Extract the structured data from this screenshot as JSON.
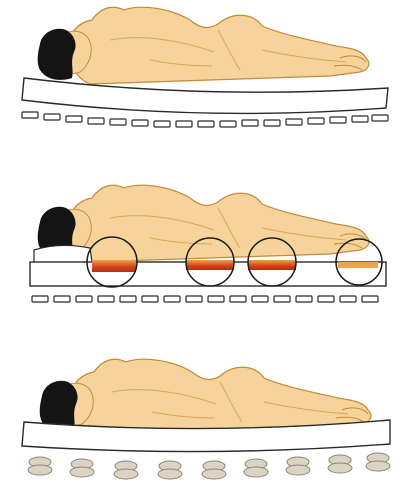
{
  "colors": {
    "skin": "#f6d39a",
    "skin_outline": "#c28a3b",
    "hair": "#141414",
    "mattress_outline": "#2a2a2a",
    "mattress_fill": "#ffffff",
    "pressure_hot": "#d1401a",
    "pressure_warm": "#f0a24a",
    "circle_stroke": "#1a1a1a",
    "stone_fill": "#ddd3c4",
    "stone_outline": "#8f877b"
  },
  "panels": [
    {
      "id": "panel-1",
      "support": "contoured-slats",
      "pressure_points": 0
    },
    {
      "id": "panel-2",
      "support": "flat-slats",
      "pressure_points": 4
    },
    {
      "id": "panel-3",
      "support": "pocket-supports",
      "pressure_points": 0
    }
  ]
}
